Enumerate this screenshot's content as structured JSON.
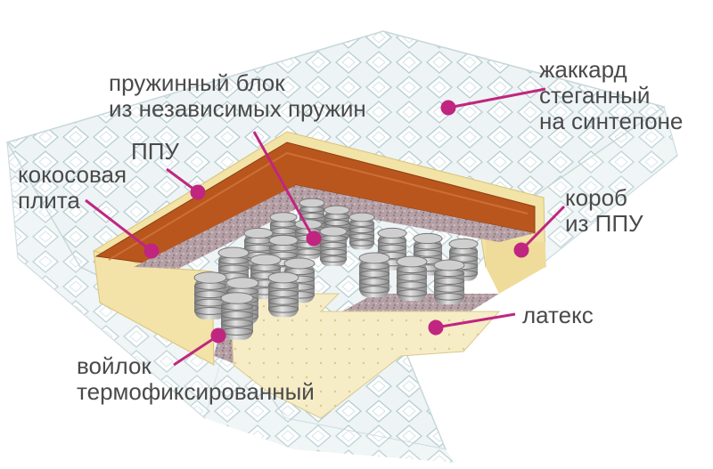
{
  "colors": {
    "label_text": "#4a4a4a",
    "leader_line": "#c0267f",
    "quilt_cover": "#e9f0f1",
    "ppu_foam": "#f3e3a8",
    "coconut_plate": "#b9561e",
    "felt": "#b9a3aa",
    "latex": "#f5ebc3",
    "springs": "#9c9c9c"
  },
  "labels": {
    "jacquard": [
      "жаккард",
      "стеганный",
      "на синтепоне"
    ],
    "spring_block": [
      "пружинный блок",
      "из независимых пружин"
    ],
    "ppu": [
      "ППУ"
    ],
    "coconut": [
      "кокосовая",
      "плита"
    ],
    "ppu_box": [
      "короб",
      "из ППУ"
    ],
    "latex": [
      "латекс"
    ],
    "felt": [
      "войлок",
      "термофиксированный"
    ]
  }
}
